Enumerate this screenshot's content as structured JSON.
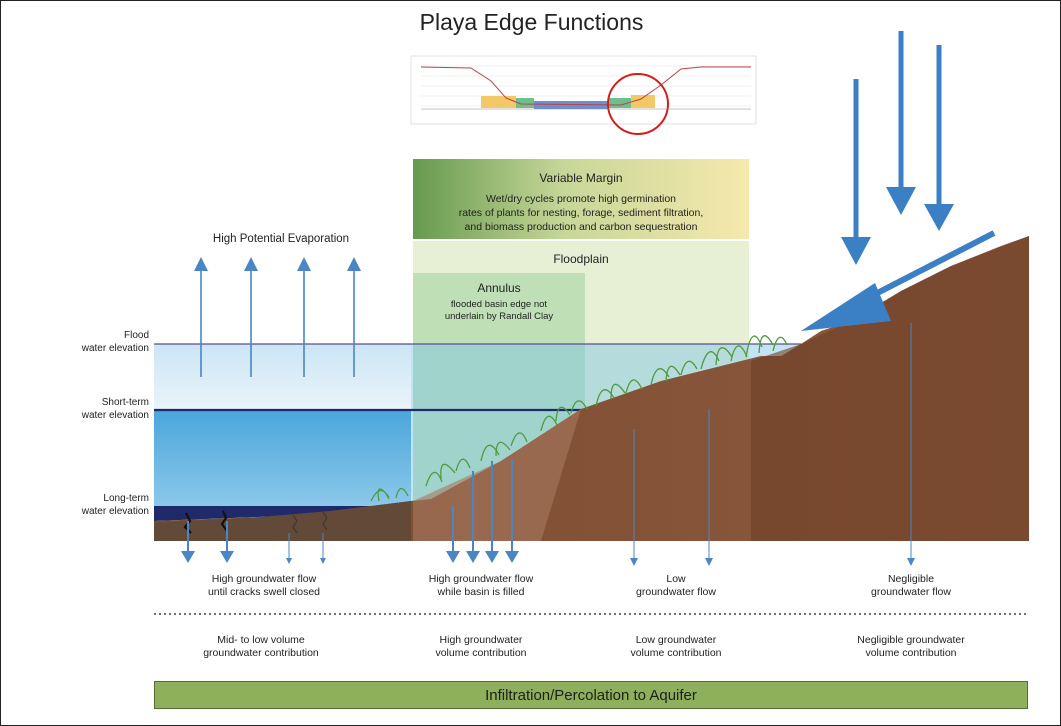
{
  "title": "Playa Edge Functions",
  "top_label": "High Potential Evaporation",
  "levels": {
    "flood": "Flood\nwater elevation",
    "short_term": "Short-term\nwater elevation",
    "long_term": "Long-term\nwater elevation"
  },
  "zones": {
    "variable_margin_title": "Variable Margin",
    "variable_margin_text": "Wet/dry cycles promote high germination\nrates of plants for nesting, forage, sediment filtration,\nand biomass production and carbon sequestration",
    "floodplain_title": "Floodplain",
    "annulus_title": "Annulus",
    "annulus_text": "flooded basin edge not\nunderlain by Randall Clay"
  },
  "flow_labels": [
    "High groundwater flow\nuntil cracks swell closed",
    "High  groundwater flow\nwhile basin is filled",
    "Low\ngroundwater flow",
    "Negligible\ngroundwater flow"
  ],
  "contribution_labels": [
    "Mid- to low volume\ngroundwater contribution",
    "High  groundwater\nvolume contribution",
    "Low groundwater\nvolume contribution",
    "Negligible groundwater\nvolume contribution"
  ],
  "bottom_bar": "Infiltration/Percolation to Aquifer",
  "colors": {
    "arrow": "#4a86c5",
    "soil": "#8b5a3c",
    "soil_dark": "#6e3f28",
    "water_light": "#d6ebf7",
    "water_mid": "#62b0df",
    "water_deep": "#20306f",
    "grass": "#4f9a3f",
    "bar": "#8fb05a"
  }
}
